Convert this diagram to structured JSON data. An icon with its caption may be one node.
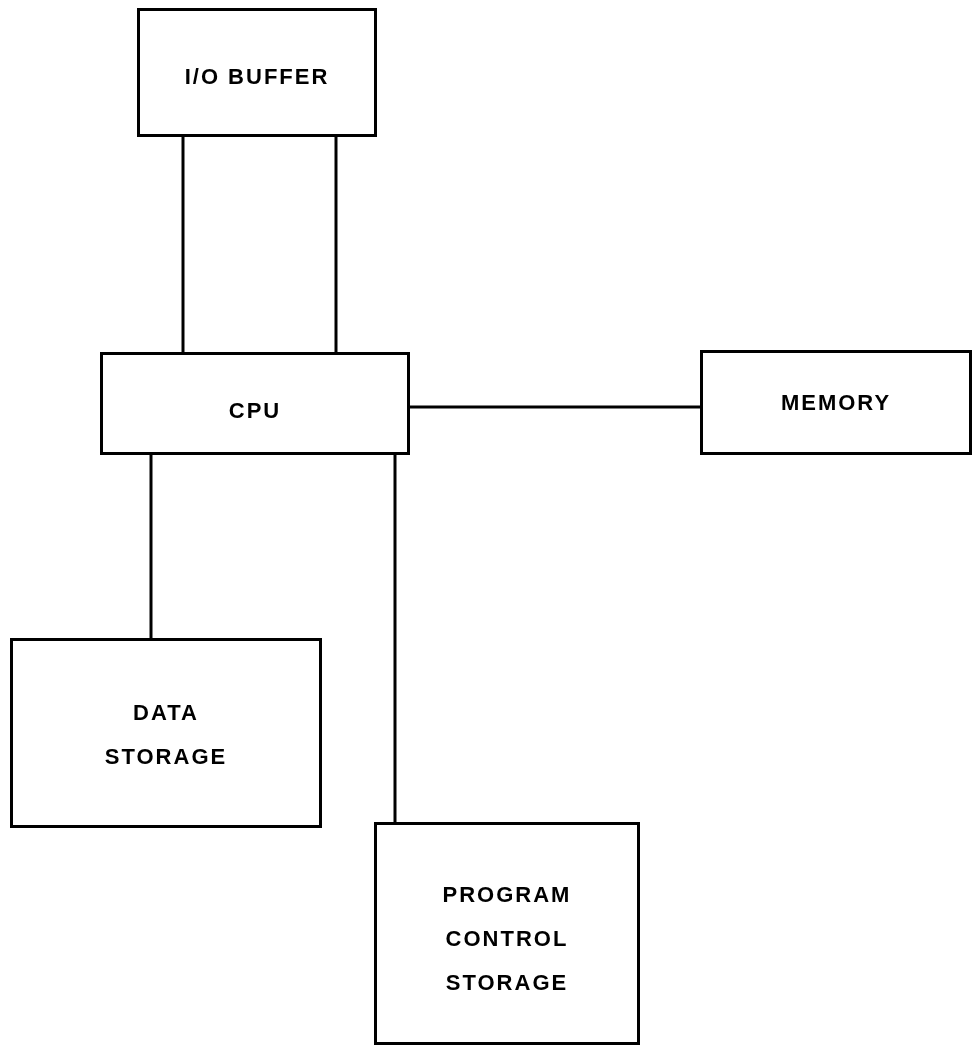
{
  "diagram": {
    "nodes": [
      {
        "text": [
          "I/O BUFFER"
        ]
      },
      {
        "text": [
          "CPU"
        ]
      },
      {
        "text": [
          "MEMORY"
        ]
      },
      {
        "text": [
          "DATA STORAGE"
        ]
      },
      {
        "text": [
          "PROGRAM CONTROL STORAGE"
        ]
      }
    ],
    "edges": [
      {
        "from": 0,
        "to": 1,
        "arrow": "none"
      },
      {
        "from": 0,
        "to": 1,
        "arrow": "none"
      },
      {
        "from": 1,
        "to": 2,
        "arrow": "none"
      },
      {
        "from": 1,
        "to": 3,
        "arrow": "none"
      },
      {
        "from": 1,
        "to": 4,
        "arrow": "none"
      }
    ]
  }
}
